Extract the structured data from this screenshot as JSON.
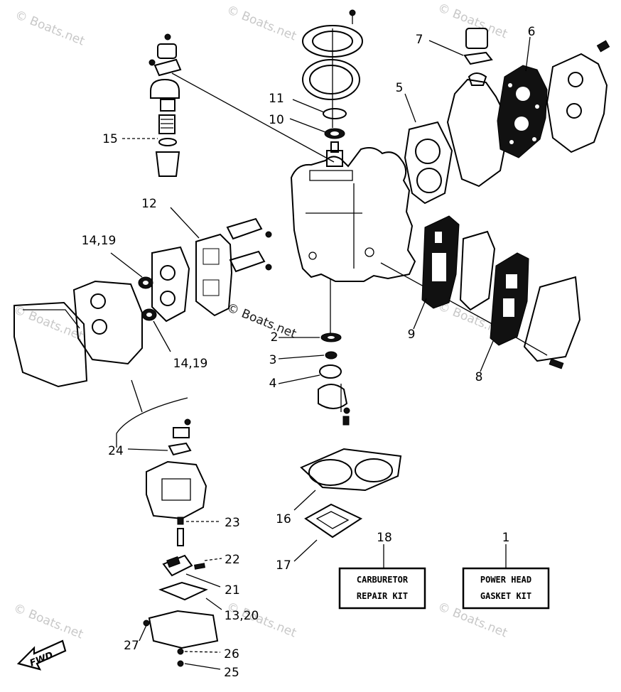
{
  "watermarks": [
    "© Boats.net",
    "© Boats.net",
    "© Boats.net",
    "© Boats.net",
    "© Boats.net",
    "© Boats.net",
    "© Boats.net",
    "© Boats.net",
    "© Boats.net",
    "© Boats.net"
  ],
  "callouts": {
    "c1": "1",
    "c2": "2",
    "c3": "3",
    "c4": "4",
    "c5": "5",
    "c6": "6",
    "c7": "7",
    "c8": "8",
    "c9": "9",
    "c10": "10",
    "c11": "11",
    "c12": "12",
    "c14_19_top": "14,19",
    "c14_19_bottom": "14,19",
    "c15": "15",
    "c16": "16",
    "c17": "17",
    "c18": "18",
    "c21": "21",
    "c22": "22",
    "c23": "23",
    "c24": "24",
    "c13_20": "13,20",
    "c25": "25",
    "c26": "26",
    "c27": "27"
  },
  "kits": {
    "carburetor_line1": "CARBURETOR",
    "carburetor_line2": "REPAIR KIT",
    "powerhead_line1": "POWER HEAD",
    "powerhead_line2": "GASKET KIT"
  },
  "fwd_label": "FWD"
}
